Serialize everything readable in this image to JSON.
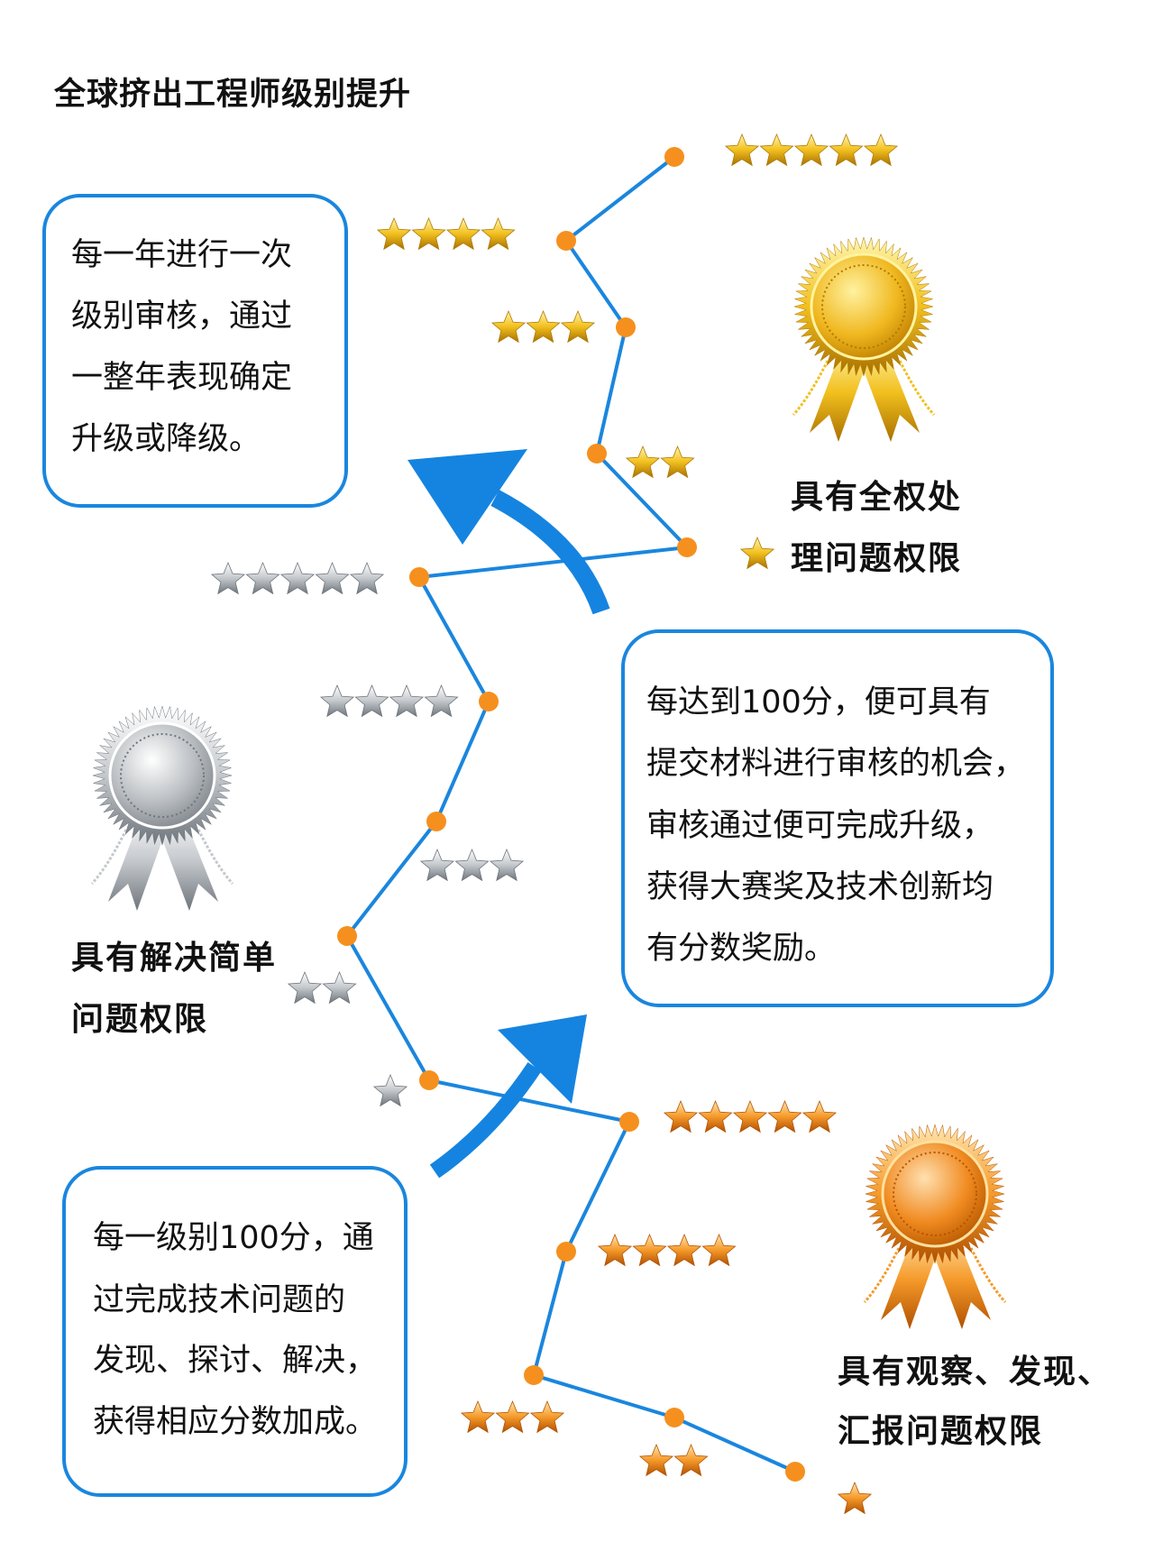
{
  "title": "全球挤出工程师级别提升",
  "box_review": {
    "lines": [
      "每一年进行一次",
      "级别审核，通过",
      "一整年表现确定",
      "升级或降级。"
    ]
  },
  "box_points": {
    "lines": [
      "每达到100分，便可具有",
      "提交材料进行审核的机会，",
      "审核通过便可完成升级，",
      "获得大赛奖及技术创新均",
      "有分数奖励。"
    ]
  },
  "box_level": {
    "lines": [
      "每一级别100分，通",
      "过完成技术问题的",
      "发现、探讨、解决，",
      "获得相应分数加成。"
    ]
  },
  "tiers": [
    {
      "id": "gold",
      "medal": "gold-medal-icon",
      "label_lines": [
        "具有全权处",
        "理问题权限"
      ],
      "star_levels": [
        5,
        4,
        3,
        2,
        1
      ],
      "colors": {
        "light": "#fff3a0",
        "mid": "#f2c01e",
        "dark": "#b07a00"
      }
    },
    {
      "id": "silver",
      "medal": "silver-medal-icon",
      "label_lines": [
        "具有解决简单",
        "问题权限"
      ],
      "star_levels": [
        5,
        4,
        3,
        2,
        1
      ],
      "colors": {
        "light": "#ffffff",
        "mid": "#c4c8cc",
        "dark": "#6e757c"
      }
    },
    {
      "id": "bronze",
      "medal": "bronze-medal-icon",
      "label_lines": [
        "具有观察、发现、",
        "汇报问题权限"
      ],
      "star_levels": [
        5,
        4,
        3,
        2,
        1
      ],
      "colors": {
        "light": "#ffe0a0",
        "mid": "#f59a2a",
        "dark": "#b55400"
      }
    }
  ],
  "colors": {
    "line": "#1a86de",
    "node": "#f5901e",
    "arrow": "#1584e0",
    "border": "#1a86de"
  }
}
